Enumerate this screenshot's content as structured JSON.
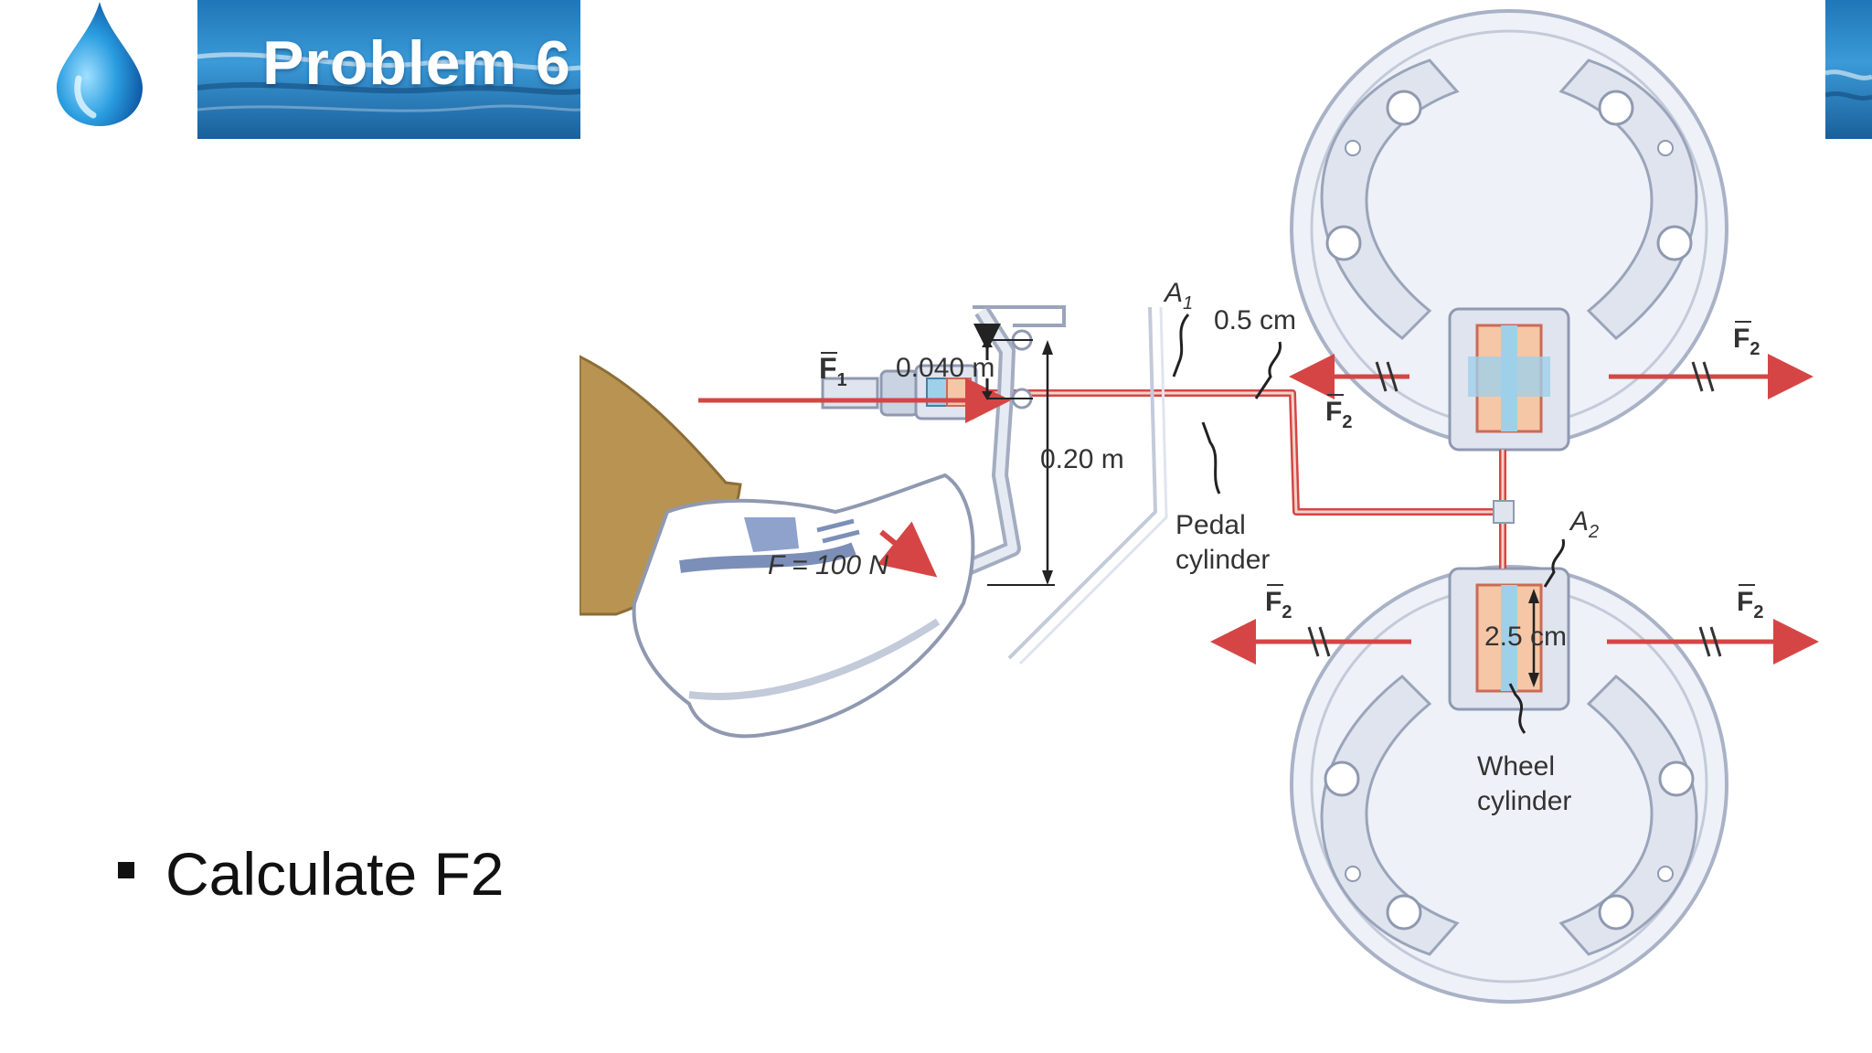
{
  "slide": {
    "title": "Problem 6",
    "bullet": "Calculate F2"
  },
  "figure": {
    "labels": {
      "f1": "F",
      "f1_sub": "1",
      "f2": "F",
      "f2_sub": "2",
      "a1": "A",
      "a1_sub": "1",
      "a2": "A",
      "a2_sub": "2",
      "lever_short": "0.040 m",
      "lever_long": "0.20 m",
      "pedal_force": "F = 100 N",
      "pedal_diameter": "0.5 cm",
      "wheel_diameter": "2.5 cm",
      "pedal_cylinder_1": "Pedal",
      "pedal_cylinder_2": "cylinder",
      "wheel_cylinder_1": "Wheel",
      "wheel_cylinder_2": "cylinder"
    },
    "colors": {
      "arrow": "#d64545",
      "fluid": "#f6c7a6",
      "piston": "#9fd0ea",
      "drum": "#dfe4ee",
      "leg": "#b89352"
    }
  }
}
